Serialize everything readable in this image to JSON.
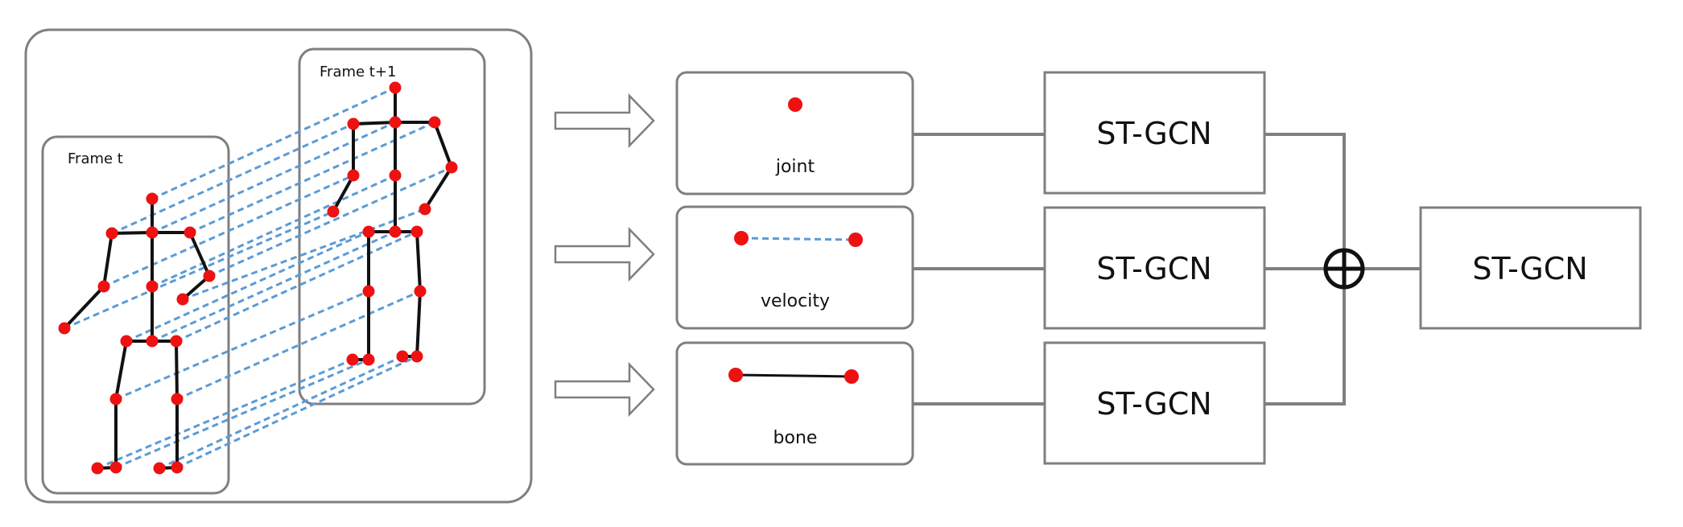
{
  "frames": {
    "frame_t_label": "Frame  t",
    "frame_t1_label": "Frame  t+1"
  },
  "inputs": [
    {
      "label": "joint"
    },
    {
      "label": "velocity"
    },
    {
      "label": "bone"
    }
  ],
  "streams": [
    {
      "label": "ST-GCN"
    },
    {
      "label": "ST-GCN"
    },
    {
      "label": "ST-GCN"
    }
  ],
  "fusion": {
    "symbol": "⊕"
  },
  "output": {
    "label": "ST-GCN"
  },
  "colors": {
    "joint": "#ee1111",
    "velocity_link": "#5b9bd5",
    "box_border": "#7f7f7f",
    "bone": "#111111"
  }
}
